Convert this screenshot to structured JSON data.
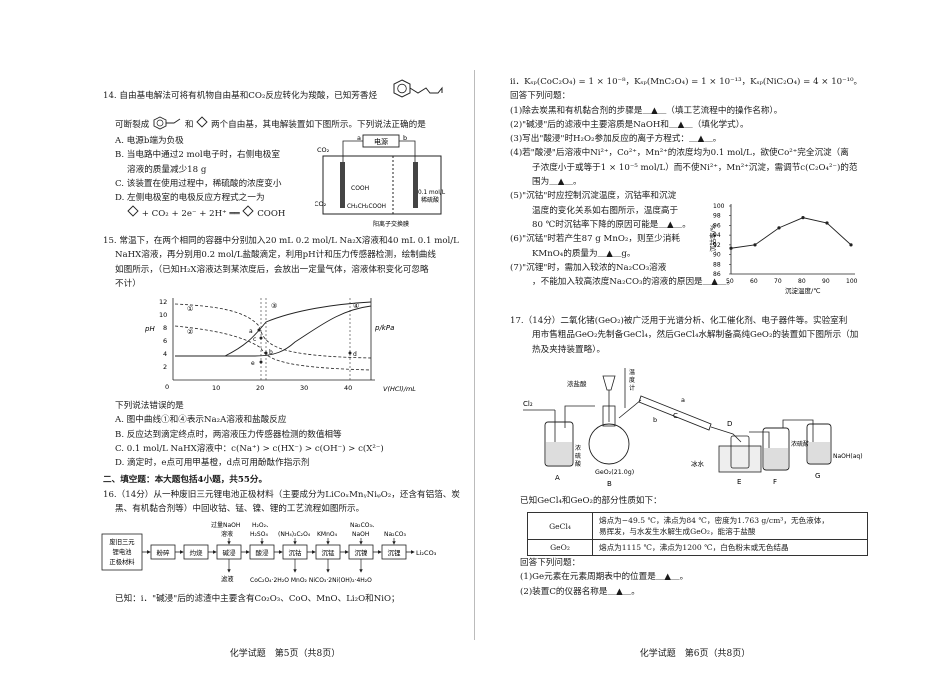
{
  "left": {
    "q14": {
      "stem1": "14. 自由基电解法可将有机物自由基和CO₂反应转化为羧酸，已知芳香烃",
      "stem2a": "可断裂成",
      "stem2b": "和",
      "stem2c": "两个自由基，其电解装置如下图所示。下列说法正确的是",
      "optA": "A. 电源b端为负极",
      "optB1": "B. 当电路中通过2 mol电子时，右侧电极室",
      "optB2": "溶液的质量减少18 g",
      "optC": "C. 该装置在使用过程中，稀硫酸的浓度变小",
      "optD1": "D. 左侧电极室的电极反应方程式之一为",
      "optD2": "+ CO₂ + 2e⁻ + 2H⁺ ══",
      "optD2b": "COOH",
      "fig": {
        "power": "电源",
        "a": "a",
        "b": "b",
        "co2top": "CO₂",
        "co2left": "CO₂",
        "cooh1": "COOH",
        "cooh2": "CH₂CH₂COOH",
        "acid1": "0.1 mol/L",
        "acid2": "稀硫酸",
        "membrane": "阳离子交换膜"
      }
    },
    "q15": {
      "stem1": "15. 常温下，在两个相同的容器中分别加入20 mL 0.2 mol/L Na₂X溶液和40 mL 0.1 mol/L",
      "stem2": "NaHX溶液，再分别用0.2 mol/L盐酸滴定，利用pH计和压力传感器检测，绘制曲线",
      "stem3": "如图所示，（已知H₂X溶液达到某浓度后，会放出一定量气体，溶液体积变化可忽略",
      "stem4": "不计）",
      "question": "下列说法错误的是",
      "optA": "A. 图中曲线①和④表示Na₂A溶液和盐酸反应",
      "optB": "B. 反应达到滴定终点时，两溶液压力传感器检测的数值相等",
      "optC": "C. 0.1 mol/L NaHX溶液中：c(Na⁺) > c(HX⁻) > c(OH⁻) > c(X²⁻)",
      "optD": "D. 滴定时，e点可用甲基橙，d点可用酚酞作指示剂",
      "graph": {
        "ylabel": "pH",
        "y2label": "p/kPa",
        "xlabel": "V(HCl)/mL",
        "yticks": [
          "12",
          "10",
          "8",
          "6",
          "4",
          "2"
        ],
        "xticks": [
          "10",
          "20",
          "30",
          "40"
        ],
        "origin": "0",
        "curves": [
          "①",
          "②",
          "③",
          "④"
        ],
        "points": [
          "a",
          "b",
          "c",
          "d",
          "e"
        ]
      }
    },
    "section": "二、填空题：本大题包括4小题，共55分。",
    "q16": {
      "stem1": "16.（14分）从一种废旧三元锂电池正极材料（主要成分为LiCoₓMnᵧNiᵩO₂，还含有铝箔、炭",
      "stem2": "黑、有机黏合剂等）中回收钴、锰、镍、锂的工艺流程如图所示。",
      "flow": {
        "start1": "废旧三元",
        "start2": "锂电池",
        "start3": "正极材料",
        "steps": [
          "粉碎",
          "灼烧",
          "碱浸",
          "酸浸",
          "沉钴",
          "沉锰",
          "沉镍",
          "沉锂"
        ],
        "r1a": "过量NaOH",
        "r1b": "溶液",
        "r2a": "H₂O₂、",
        "r2b": "H₂SO₄",
        "r3": "(NH₄)₂C₂O₄",
        "r4": "KMnO₄",
        "r5a": "Na₂CO₃、",
        "r5b": "NaOH",
        "r6": "Na₂CO₃",
        "product": "Li₂CO₃",
        "waste": "滤液",
        "bottom": "CoC₂O₄·2H₂O MnO₂ NiCO₃·2Ni(OH)₂·4H₂O"
      },
      "known": "已知：ⅰ．\"碱浸\"后的滤渣中主要含有Co₂O₃、CoO、MnO、Li₂O和NiO；"
    },
    "footer": "化学试题　第5页（共8页）"
  },
  "right": {
    "ii": "ⅱ．Kₛₚ(CoC₂O₄) = 1 × 10⁻⁸，Kₛₚ(MnC₂O₄) = 1 × 10⁻¹³，Kₛₚ(NiC₂O₄) = 4 × 10⁻¹⁰。",
    "answer": "回答下列问题：",
    "q1": "(1)除去炭黑和有机黏合剂的步骤是＿▲＿（填工艺流程中的操作名称）。",
    "q2": "(2)\"碱浸\"后的滤液中主要溶质是NaOH和＿▲＿（填化学式）。",
    "q3": "(3)写出\"酸浸\"时H₂O₂参加反应的离子方程式：＿▲＿。",
    "q4a": "(4)若\"酸浸\"后溶液中Ni²⁺，Co²⁺，Mn²⁺的浓度均为0.1 mol/L，欲使Co²⁺完全沉淀（离",
    "q4b": "子浓度小于或等于1 × 10⁻⁵ mol/L）而不使Ni²⁺，Mn²⁺沉淀，需调节c(C₂O₄²⁻)的范",
    "q4c": "围为＿▲＿。",
    "q5a": "(5)\"沉钴\"时应控制沉淀温度，沉钴率和沉淀",
    "q5b": "温度的变化关系如右图所示，温度高于",
    "q5c": "80 ℃时沉钴率下降的原因可能是＿▲＿。",
    "q6a": "(6)\"沉锰\"时若产生87 g MnO₂，则至少消耗",
    "q6b": "KMnO₄的质量为＿▲＿g。",
    "q7a": "(7)\"沉锂\"时，需加入较浓的Na₂CO₃溶液",
    "q7b": "，不能加入较高浓度Na₂CO₃的溶液的原因是＿▲＿。",
    "graph": {
      "ylabel": "沉钴率/%",
      "xlabel": "沉淀温度/℃",
      "yticks": [
        "100",
        "98",
        "96",
        "94",
        "92",
        "90",
        "88",
        "86"
      ],
      "xticks": [
        "50",
        "60",
        "70",
        "80",
        "90",
        "100"
      ]
    },
    "chart_data": {
      "type": "line",
      "x": [
        50,
        60,
        70,
        80,
        90,
        100
      ],
      "y": [
        91.3,
        92.0,
        95.5,
        97.6,
        96.5,
        92.0
      ],
      "xlabel": "沉淀温度/℃",
      "ylabel": "沉钴率/%",
      "xlim": [
        50,
        100
      ],
      "ylim": [
        86,
        100
      ]
    },
    "q17": {
      "stem1": "17.（14分）二氧化锗(GeO₂)被广泛用于光谱分析、化工催化剂、电子器件等。实验室利",
      "stem2": "用市售粗品GeO₂先制备GeCl₄，然后GeCl₄水解制备高纯GeO₂的装置如下图所示（加",
      "stem3": "热及夹持装置略）。",
      "app": {
        "cl2": "Cl₂",
        "hcl": "浓盐酸",
        "thermo1": "温",
        "thermo2": "度",
        "thermo3": "计",
        "h2so4a": "浓",
        "h2so4b": "硫",
        "h2so4c": "酸",
        "geo2": "GeO₂(21.0g)",
        "ice": "冰水",
        "h2so4r": "浓硫酸",
        "naoh": "NaOH(aq)",
        "labels": [
          "A",
          "B",
          "C",
          "D",
          "E",
          "F",
          "G"
        ],
        "a": "a",
        "b": "b"
      },
      "known": "已知GeCl₄和GeO₂的部分性质如下：",
      "table": [
        {
          "name": "GeCl₄",
          "prop1": "熔点为−49.5 ℃，沸点为84 ℃，密度为1.763 g/cm³，无色液体，",
          "prop2": "易挥发，与水发生水解生成GeO₂，能溶于盐酸"
        },
        {
          "name": "GeO₂",
          "prop1": "熔点为1115 ℃，沸点为1200 ℃，白色粉末或无色结晶",
          "prop2": ""
        }
      ],
      "answer": "回答下列问题：",
      "q1": "(1)Ge元素在元素周期表中的位置是＿▲＿。",
      "q2": "(2)装置C的仪器名称是＿▲＿。"
    },
    "footer": "化学试题　第6页（共8页）"
  }
}
